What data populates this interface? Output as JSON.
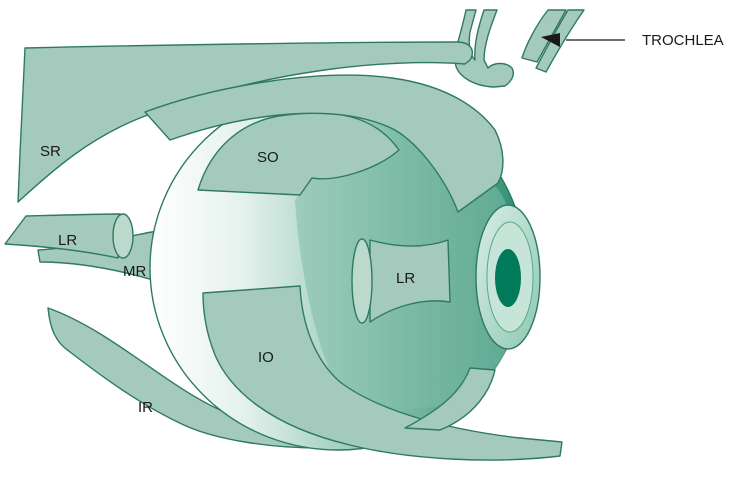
{
  "labels": {
    "sr": "SR",
    "so": "SO",
    "lr_left": "LR",
    "mr": "MR",
    "lr_globe": "LR",
    "io": "IO",
    "ir": "IR",
    "trochlea": "TROCHLEA"
  },
  "colors": {
    "muscle_fill": "#a4cabd",
    "muscle_stroke": "#2f7a5f",
    "globe_dark": "#3d9980",
    "globe_light": "#ffffff",
    "pupil": "#007a5a",
    "text": "#1a1a1a"
  }
}
